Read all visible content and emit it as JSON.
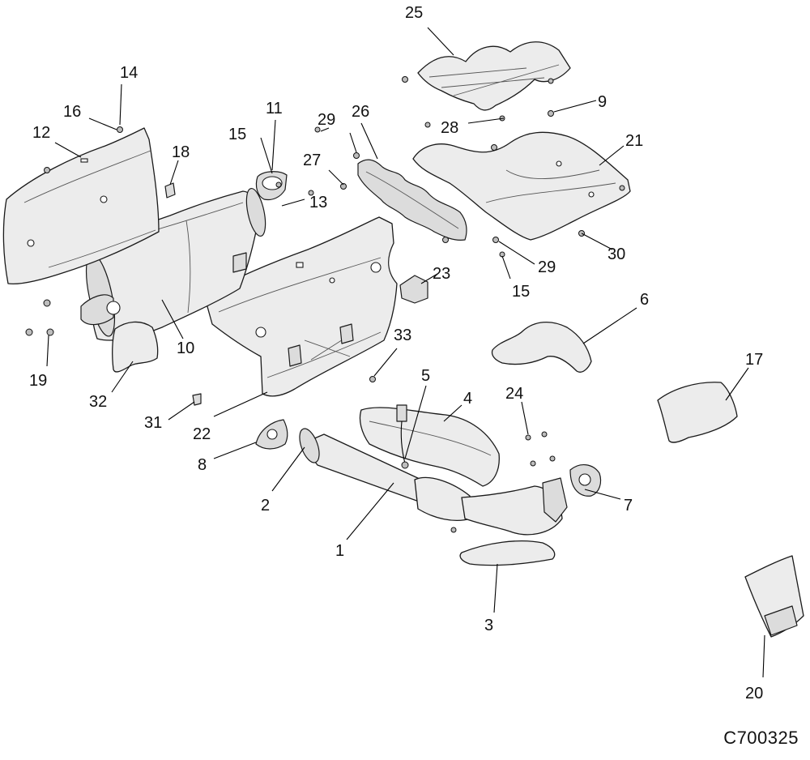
{
  "diagram": {
    "code": "C700325",
    "callouts": {
      "c1": "1",
      "c2": "2",
      "c3": "3",
      "c4": "4",
      "c5": "5",
      "c6": "6",
      "c7": "7",
      "c8": "8",
      "c9": "9",
      "c10": "10",
      "c11": "11",
      "c12": "12",
      "c13": "13",
      "c14": "14",
      "c15a": "15",
      "c15b": "15",
      "c16": "16",
      "c17": "17",
      "c18": "18",
      "c19": "19",
      "c20": "20",
      "c21": "21",
      "c22": "22",
      "c23": "23",
      "c24": "24",
      "c25": "25",
      "c26": "26",
      "c27": "27",
      "c28": "28",
      "c29a": "29",
      "c29b": "29",
      "c30": "30",
      "c31": "31",
      "c32": "32",
      "c33": "33"
    }
  }
}
